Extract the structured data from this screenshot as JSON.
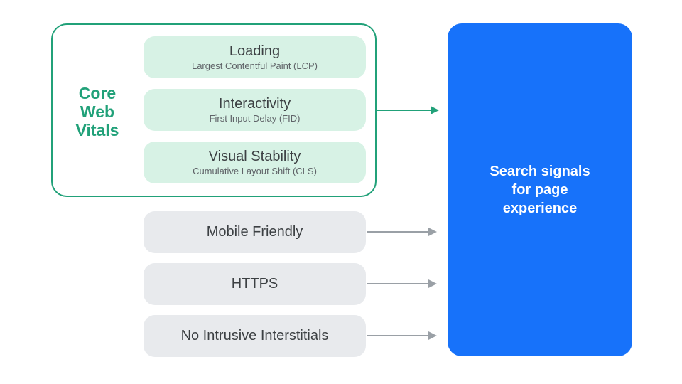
{
  "colors": {
    "green": "#21A179",
    "green_light": "#D7F2E5",
    "blue": "#1772FA",
    "gray_pill": "#E8EAED",
    "text_dark": "#3C4043",
    "text_sub": "#5F6368",
    "arrow_gray": "#9AA0A6",
    "white": "#FFFFFF"
  },
  "core_web_vitals": {
    "label_lines": [
      "Core",
      "Web",
      "Vitals"
    ],
    "items": [
      {
        "title": "Loading",
        "subtitle": "Largest Contentful Paint (LCP)"
      },
      {
        "title": "Interactivity",
        "subtitle": "First Input Delay (FID)"
      },
      {
        "title": "Visual Stability",
        "subtitle": "Cumulative Layout Shift (CLS)"
      }
    ]
  },
  "other_signals": [
    {
      "label": "Mobile Friendly"
    },
    {
      "label": "HTTPS"
    },
    {
      "label": "No Intrusive Interstitials"
    }
  ],
  "result_box": {
    "label_lines": [
      "Search signals",
      "for page",
      "experience"
    ]
  }
}
